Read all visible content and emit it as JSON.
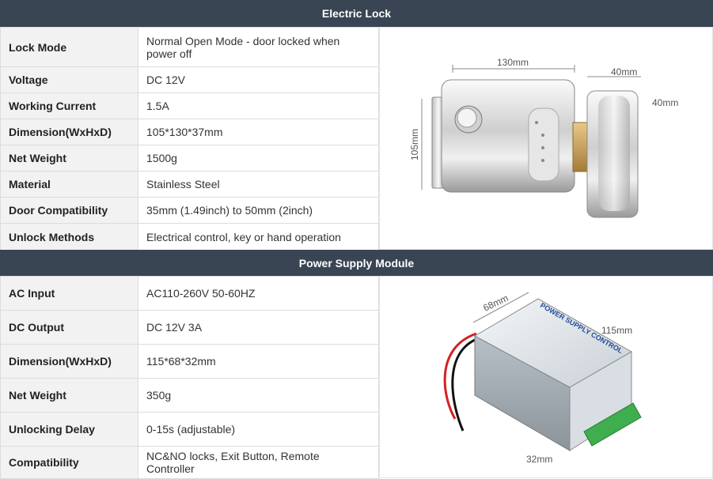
{
  "electric_lock": {
    "header": "Electric Lock",
    "rows": [
      {
        "key": "Lock Mode",
        "value": "Normal Open Mode - door locked when power off"
      },
      {
        "key": "Voltage",
        "value": "DC 12V"
      },
      {
        "key": "Working Current",
        "value": "1.5A"
      },
      {
        "key": "Dimension(WxHxD)",
        "value": "105*130*37mm"
      },
      {
        "key": "Net Weight",
        "value": "1500g"
      },
      {
        "key": "Material",
        "value": "Stainless Steel"
      },
      {
        "key": "Door Compatibility",
        "value": "35mm (1.49inch) to 50mm (2inch)"
      },
      {
        "key": "Unlock Methods",
        "value": "Electrical control, key or hand operation"
      }
    ],
    "image_labels": {
      "width": "130mm",
      "height": "105mm",
      "strike_width": "40mm",
      "strike_depth": "40mm"
    }
  },
  "power_supply": {
    "header": "Power Supply Module",
    "rows": [
      {
        "key": "AC Input",
        "value": "AC110-260V 50-60HZ"
      },
      {
        "key": "DC Output",
        "value": "DC 12V 3A"
      },
      {
        "key": "Dimension(WxHxD)",
        "value": "115*68*32mm"
      },
      {
        "key": "Net Weight",
        "value": "350g"
      },
      {
        "key": "Unlocking Delay",
        "value": "0-15s (adjustable)"
      },
      {
        "key": "Compatibility",
        "value": "NC&NO locks, Exit Button, Remote Controller"
      }
    ],
    "image_labels": {
      "depth": "68mm",
      "length": "115mm",
      "height": "32mm",
      "device_title": "POWER SUPPLY CONTROL"
    }
  },
  "colors": {
    "header_bg": "#394553",
    "key_bg": "#f2f2f2",
    "border": "#dcdcdc"
  }
}
